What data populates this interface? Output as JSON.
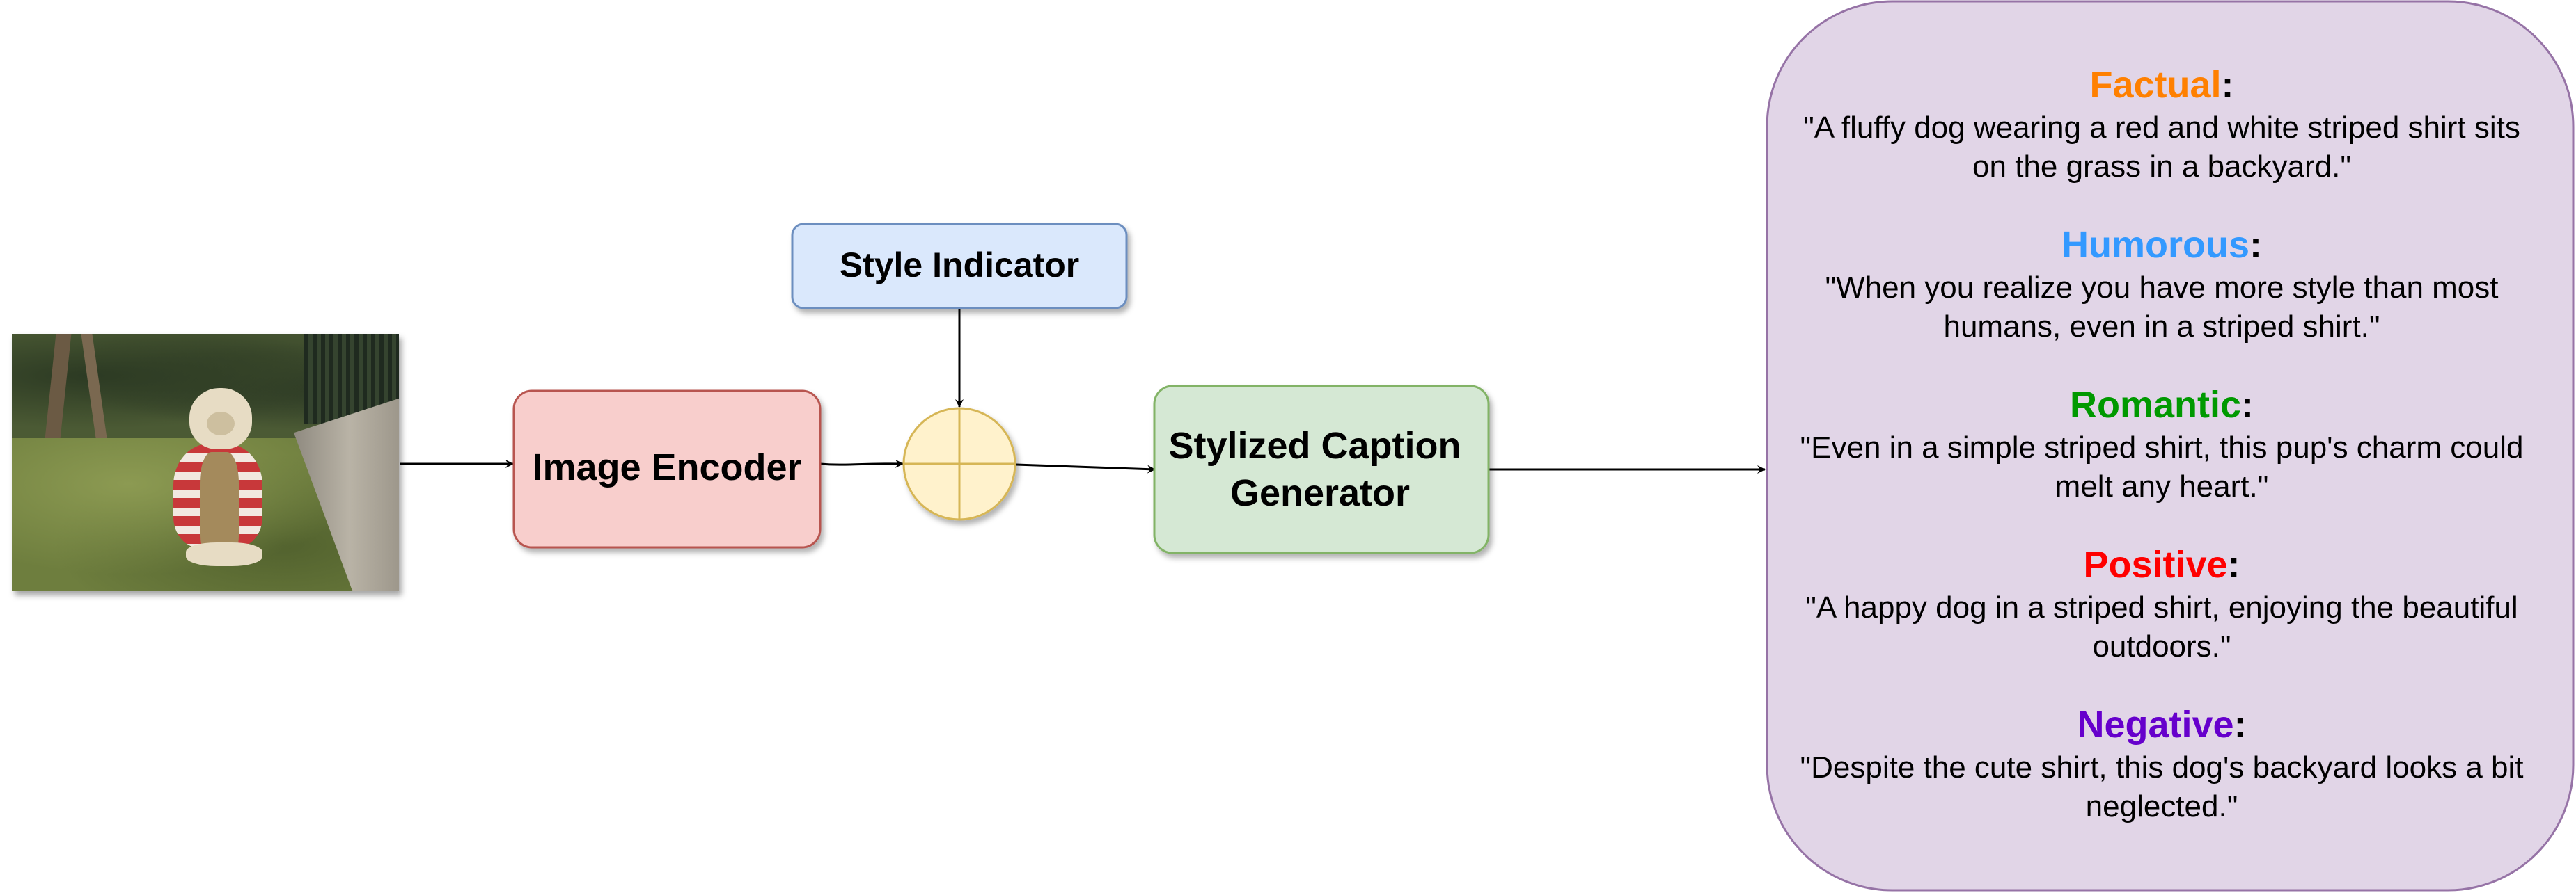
{
  "diagram": {
    "nodes": {
      "style_indicator": {
        "label": "Style Indicator",
        "fill": "#dae8fc",
        "stroke": "#6c8ebf"
      },
      "image_encoder": {
        "label": "Image Encoder",
        "fill": "#f8cecc",
        "stroke": "#b85450"
      },
      "combiner": {
        "symbol": "plus-circle",
        "fill": "#fff2cc",
        "stroke": "#d6b656"
      },
      "caption_generator": {
        "lines": [
          "Stylized Caption",
          "Generator"
        ],
        "fill": "#d5e8d4",
        "stroke": "#82b366"
      },
      "output_panel": {
        "fill": "#e1d5e7",
        "stroke": "#9673a6"
      }
    },
    "input_image": {
      "icon": "dog-photo"
    },
    "captions": [
      {
        "style": "Factual",
        "color": "#ff8000",
        "lines": [
          "\"A fluffy dog wearing a red and white striped shirt sits",
          "on the grass in a backyard.\""
        ]
      },
      {
        "style": "Humorous",
        "color": "#3399ff",
        "lines": [
          "\"When you realize you have more style than most",
          "humans, even in a striped shirt.\""
        ]
      },
      {
        "style": "Romantic",
        "color": "#009900",
        "lines": [
          "\"Even in a simple striped shirt, this pup's charm could",
          "melt any heart.\""
        ]
      },
      {
        "style": "Positive",
        "color": "#ff0000",
        "lines": [
          "\"A happy dog in a striped shirt, enjoying the beautiful",
          "outdoors.\""
        ]
      },
      {
        "style": "Negative",
        "color": "#6600cc",
        "lines": [
          "\"Despite the cute shirt, this dog's backyard looks a bit",
          "neglected.\""
        ]
      }
    ],
    "caption_colon": ":",
    "edge_color": "#000000"
  }
}
